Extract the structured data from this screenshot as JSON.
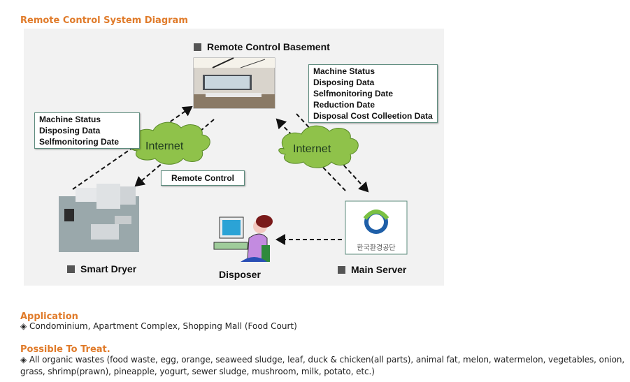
{
  "diagram_section": {
    "title": "Remote Control System Diagram",
    "nodes": {
      "basement": "Remote Control Basement",
      "dryer": "Smart Dryer",
      "server": "Main Server",
      "disposer": "Disposer",
      "server_logo_text": "한국환경공단"
    },
    "clouds": [
      "Internet",
      "Internet"
    ],
    "left_data_box": [
      "Machine Status",
      "Disposing Data",
      "Selfmonitoring Date"
    ],
    "right_data_box": [
      "Machine Status",
      "Disposing Data",
      "Selfmonitoring Date",
      "Reduction Date",
      "Disposal Cost Colleetion Data"
    ],
    "remote_control_label": "Remote Control"
  },
  "application": {
    "heading": "Application",
    "text": "◈ Condominium, Apartment Complex, Shopping Mall (Food Court)"
  },
  "treat": {
    "heading": "Possible To Treat.",
    "text": "◈ All organic wastes (food waste, egg, orange, seaweed sludge, leaf, duck & chicken(all parts), animal fat, melon, watermelon, vegetables, onion, grass, shrimp(prawn), pineapple, yogurt, sewer sludge, mushroom, milk, potato, etc.)"
  }
}
